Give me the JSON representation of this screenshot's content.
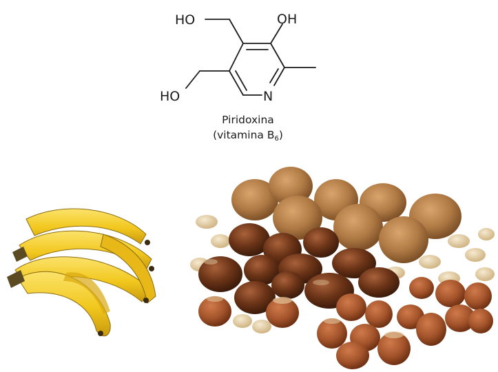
{
  "structure": {
    "atoms": {
      "ho_top": "HO",
      "oh_top": "OH",
      "ho_left": "HO",
      "n_ring": "N"
    },
    "caption": {
      "name": "Piridoxina",
      "vitamin_prefix": "(vitamina B",
      "vitamin_sub": "6",
      "vitamin_suffix": ")"
    }
  },
  "photos": {
    "bananas_icon": "banana-bunch-icon",
    "nuts_icon": "mixed-nuts-pile-icon"
  },
  "colors": {
    "ink": "#1a1a1a",
    "banana_yellow": "#f2c81e",
    "walnut": "#b07a45",
    "chestnut": "#6a3317",
    "hazelnut": "#a3532a",
    "pistachio": "#e6d3a8"
  }
}
